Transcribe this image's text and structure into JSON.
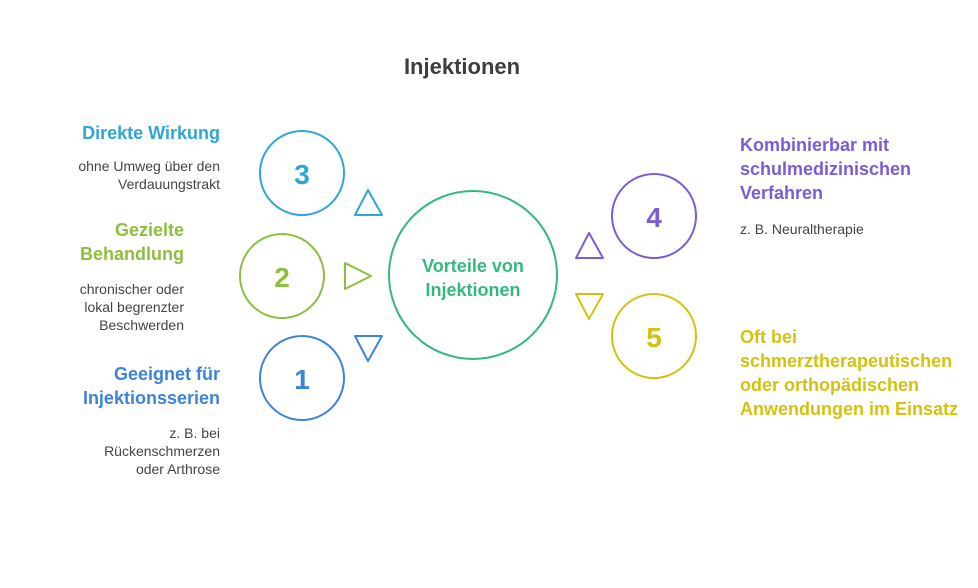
{
  "title": "Injektionen",
  "center": {
    "label": "Vorteile von Injektionen",
    "color": "#34b87f"
  },
  "items": [
    {
      "number": "3",
      "heading": "Direkte Wirkung",
      "description": "ohne Umweg über den Verdauungstrakt",
      "color": "#2ea6d6"
    },
    {
      "number": "2",
      "heading": "Gezielte Behandlung",
      "description": "chronischer oder lokal begrenzter Beschwerden",
      "color": "#8cbf3f"
    },
    {
      "number": "1",
      "heading": "Geeignet für Injektionsserien",
      "description": "z. B. bei Rückenschmerzen oder Arthrose",
      "color": "#3d83d9"
    },
    {
      "number": "4",
      "heading": "Kombinierbar mit schulmedizinischen Verfahren",
      "description": "z. B. Neuraltherapie",
      "color": "#7b5bd6"
    },
    {
      "number": "5",
      "heading": "Oft bei schmerztherapeutischen oder orthopädischen Anwendungen im Einsatz",
      "description": "",
      "color": "#d4c20f"
    }
  ]
}
